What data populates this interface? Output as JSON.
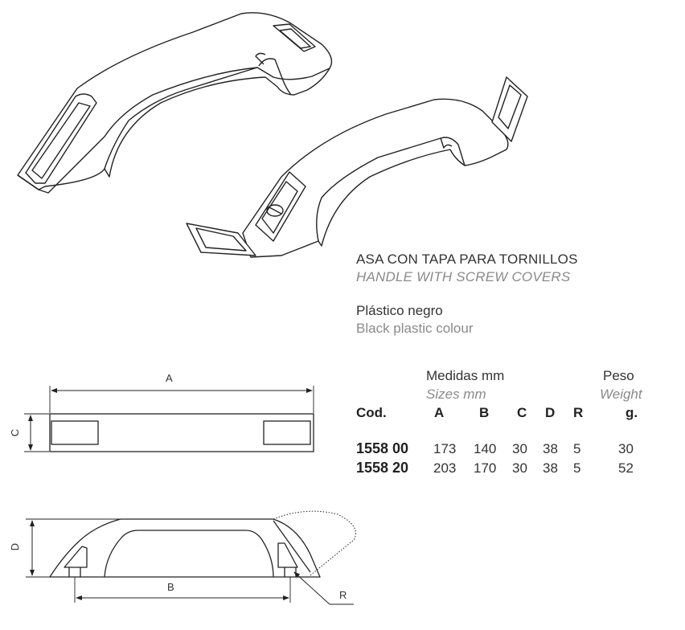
{
  "product": {
    "title_es": "ASA CON TAPA PARA TORNILLOS",
    "title_en": "HANDLE WITH  SCREW COVERS",
    "material_es": "Plástico negro",
    "material_en": "Black plastic colour"
  },
  "table": {
    "measures_es": "Medidas mm",
    "measures_en": "Sizes  mm",
    "weight_es": "Peso",
    "weight_en": "Weight",
    "columns": [
      "Cod.",
      "A",
      "B",
      "C",
      "D",
      "R",
      "g."
    ],
    "rows": [
      [
        "1558 00",
        "173",
        "140",
        "30",
        "38",
        "5",
        "30"
      ],
      [
        "1558 20",
        "203",
        "170",
        "30",
        "38",
        "5",
        "52"
      ]
    ]
  },
  "drawing_labels": {
    "a": "A",
    "b": "B",
    "c": "C",
    "d": "D",
    "r": "R"
  }
}
